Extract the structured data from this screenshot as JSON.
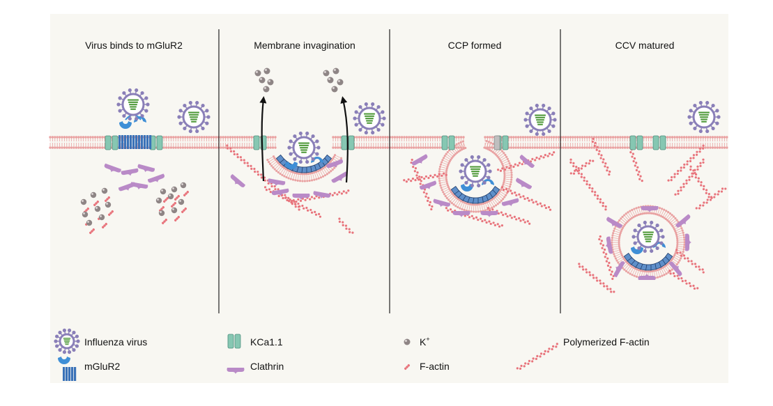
{
  "panels": [
    {
      "title": "Virus binds to mGluR2"
    },
    {
      "title": "Membrane invagination"
    },
    {
      "title": "CCP formed"
    },
    {
      "title": "CCV matured"
    }
  ],
  "legend": {
    "influenza": "Influenza virus",
    "mglur2": "mGluR2",
    "kca": "KCa1.1",
    "clathrin": "Clathrin",
    "k_base": "K",
    "k_sup": "+",
    "factin": "F-actin",
    "poly_factin": "Polymerized F-actin"
  },
  "colors": {
    "membrane": "#e9a2a2",
    "virus": "#8a7fb8",
    "virus_core": "#4f9a3a",
    "mglur2": "#3f8fd6",
    "mglur2_base": "#3a72b8",
    "kca": "#86c7b2",
    "clathrin": "#b98ac7",
    "k_ion": "#8e8585",
    "factin": "#e8747c",
    "arrow": "#111111"
  }
}
